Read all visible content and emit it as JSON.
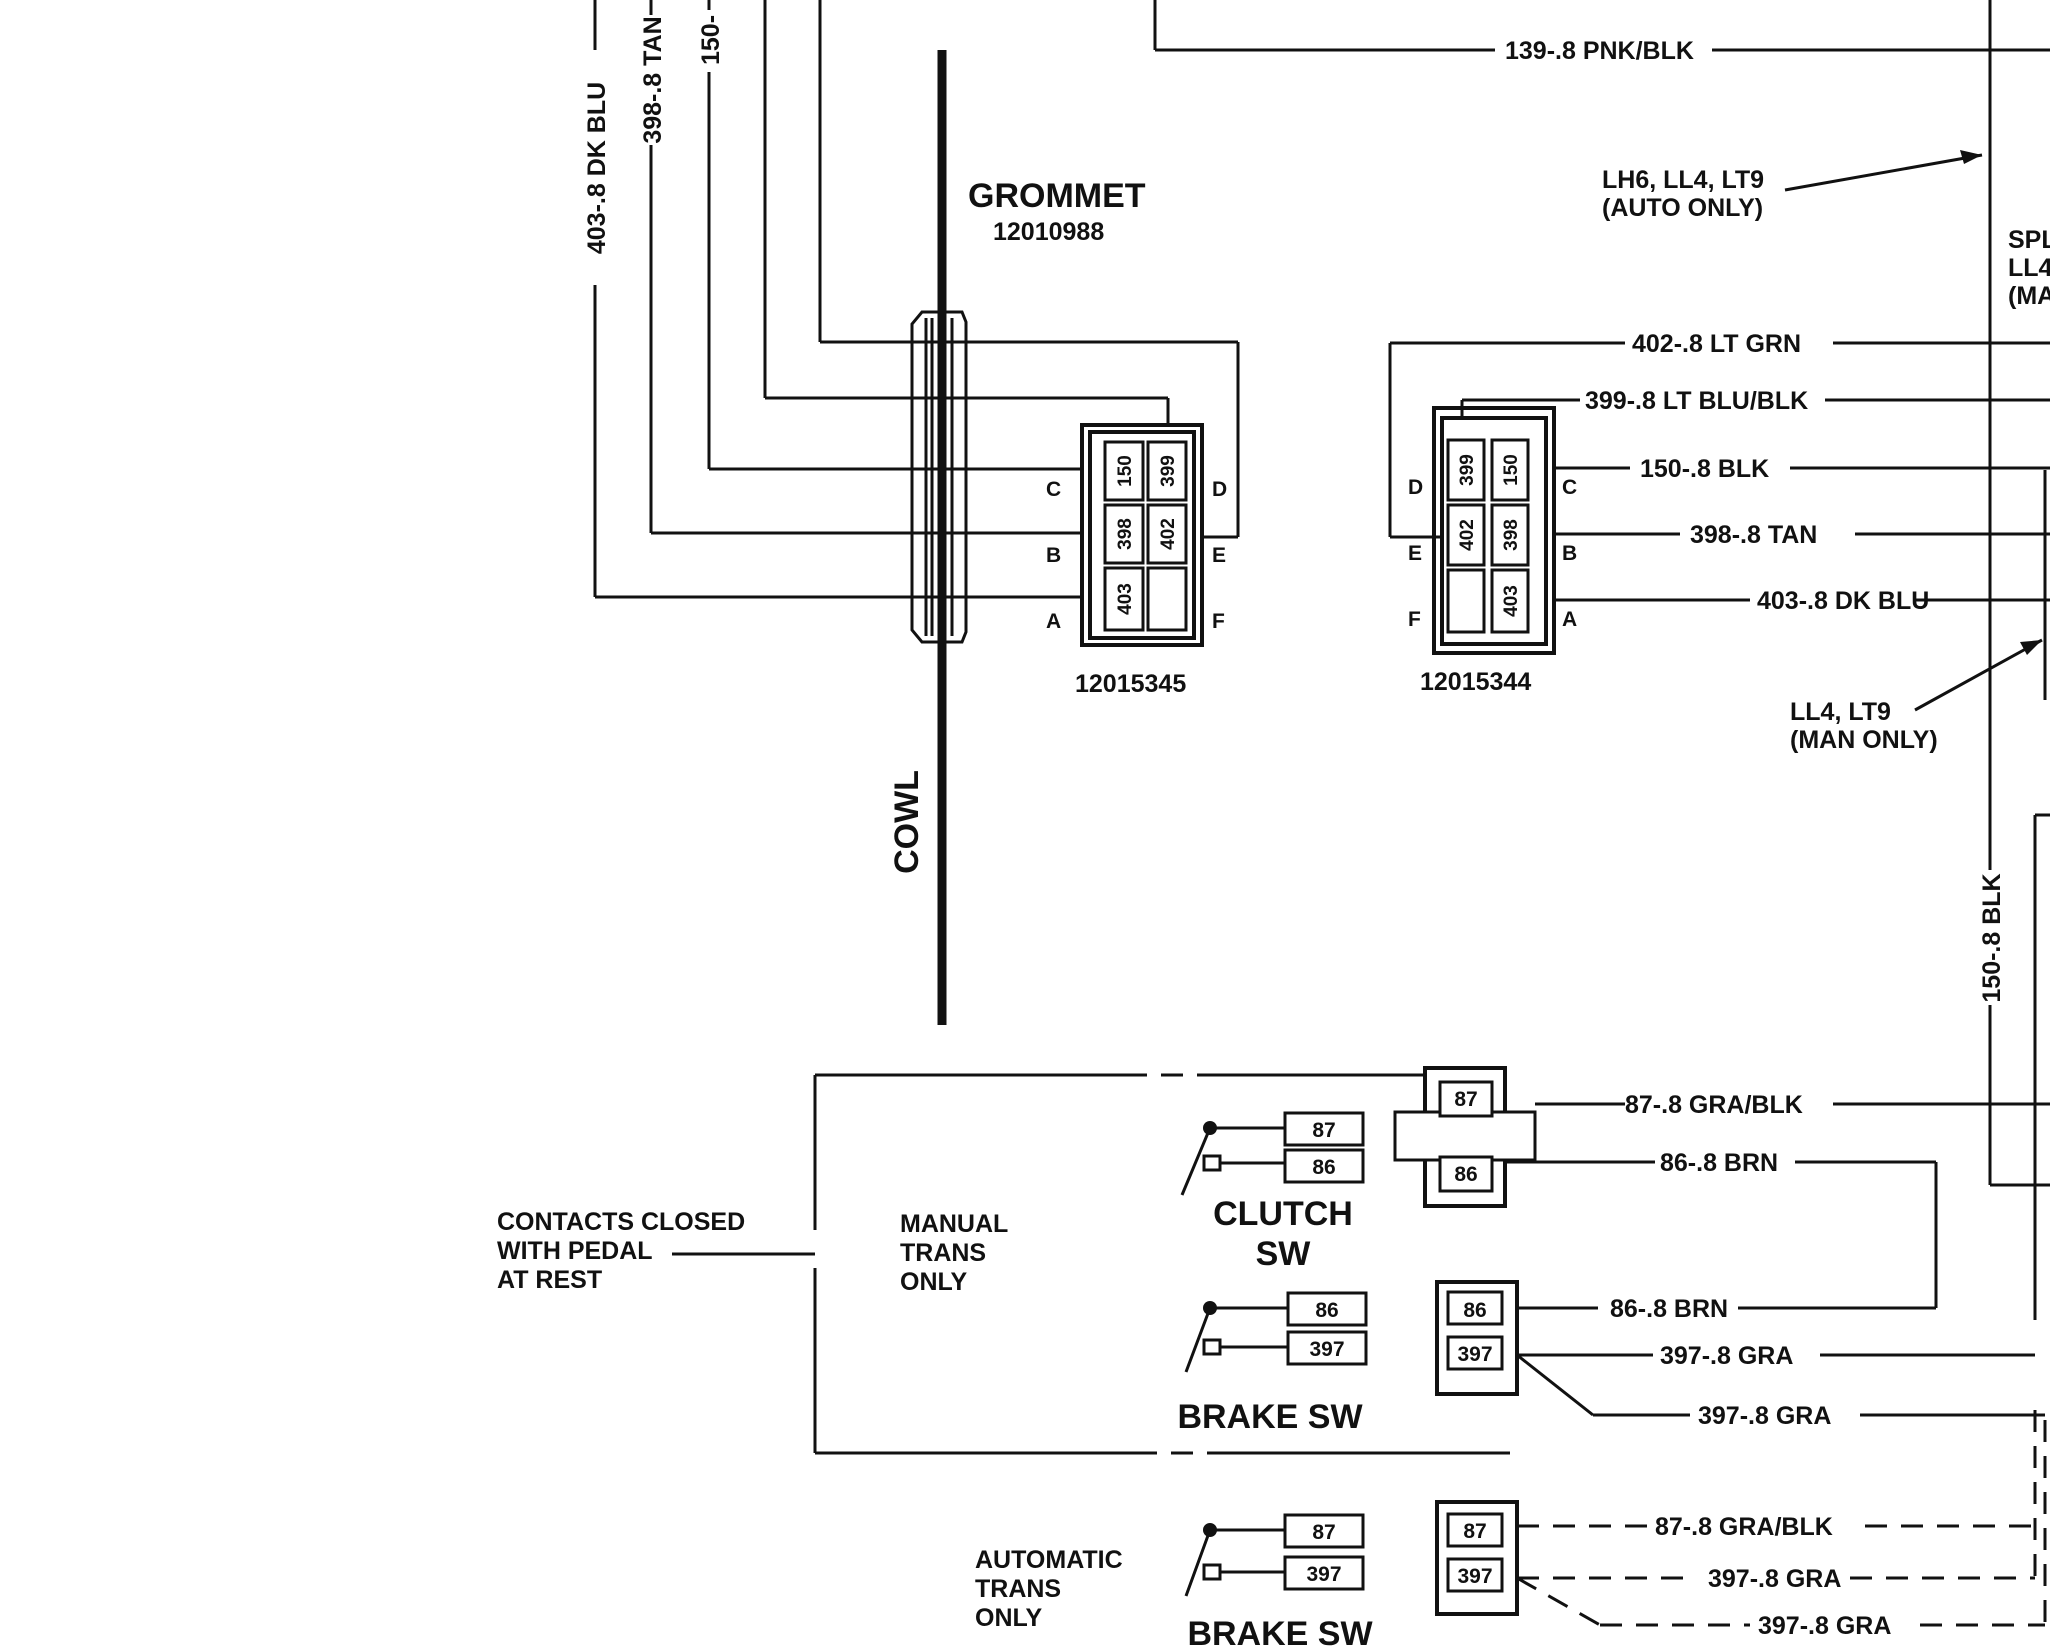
{
  "labels": {
    "grommet_title": "GROMMET",
    "grommet_pn": "12010988",
    "cowl": "COWL",
    "conn_left_pn": "12015345",
    "conn_right_pn": "12015344",
    "auto_only_note_1": "LH6, LL4, LT9",
    "auto_only_note_2": "(AUTO ONLY)",
    "man_only_note_1": "LL4, LT9",
    "man_only_note_2": "(MAN ONLY)",
    "edge_note_1": "SPL",
    "edge_note_2": "LL4",
    "edge_note_3": "(MA",
    "contacts_1": "CONTACTS CLOSED",
    "contacts_2": "WITH PEDAL",
    "contacts_3": "AT REST",
    "manual_1": "MANUAL",
    "manual_2": "TRANS",
    "manual_3": "ONLY",
    "automatic_1": "AUTOMATIC",
    "automatic_2": "TRANS",
    "automatic_3": "ONLY",
    "clutch_sw_1": "CLUTCH",
    "clutch_sw_2": "SW",
    "brake_sw_manual": "BRAKE SW",
    "brake_sw_auto": "BRAKE SW"
  },
  "wires": {
    "w139": "139-.8 PNK/BLK",
    "w402": "402-.8 LT GRN",
    "w399": "399-.8 LT BLU/BLK",
    "w150_r": "150-.8 BLK",
    "w398_r": "398-.8 TAN",
    "w403_r": "403-.8 DK BLU",
    "w403_l": "403-.8 DK BLU",
    "w398_l": "398-.8 TAN",
    "w150_l": "150-",
    "w150_vert": "150-.8 BLK",
    "w87_clutch": "87-.8 GRA/BLK",
    "w86_clutch": "86-.8 BRN",
    "w86_brake": "86-.8 BRN",
    "w397_brake_a": "397-.8 GRA",
    "w397_brake_b": "397-.8 GRA",
    "w87_auto": "87-.8 GRA/BLK",
    "w397_auto_a": "397-.8 GRA",
    "w397_auto_b": "397-.8 GRA"
  },
  "pins": {
    "left": {
      "A": "A",
      "B": "B",
      "C": "C",
      "D": "D",
      "E": "E",
      "F": "F"
    },
    "right": {
      "A": "A",
      "B": "B",
      "C": "C",
      "D": "D",
      "E": "E",
      "F": "F"
    }
  },
  "cavities": {
    "left": {
      "c150": "150",
      "c399": "399",
      "c398": "398",
      "c402": "402",
      "c403": "403"
    },
    "right": {
      "c399": "399",
      "c150": "150",
      "c402": "402",
      "c398": "398",
      "c403": "403"
    }
  },
  "switch_terminals": {
    "clutch_sw": [
      "87",
      "86"
    ],
    "clutch_conn": [
      "87",
      "86"
    ],
    "brake_sw_manual": [
      "86",
      "397"
    ],
    "brake_conn_manual": [
      "86",
      "397"
    ],
    "brake_sw_auto": [
      "87",
      "397"
    ],
    "brake_conn_auto": [
      "87",
      "397"
    ]
  }
}
